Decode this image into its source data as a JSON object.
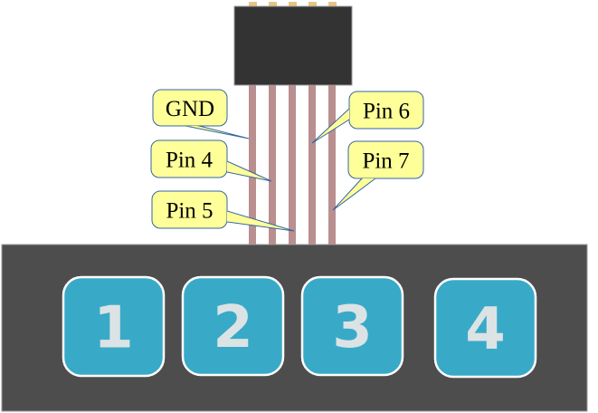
{
  "diagram": {
    "title": "4-key membrane keypad with 5-pin connector",
    "colors": {
      "connector_body": "#333333",
      "connector_pin_top": "#e8c483",
      "wire": "#b98f8f",
      "panel": "#4d4d4d",
      "key_fill": "#38aac8",
      "key_border": "#ffffff",
      "key_digit": "#dce3e4",
      "callout_fill": "#ffff99",
      "callout_stroke": "#3465a4"
    },
    "connector": {
      "pin_count": 5
    },
    "callouts": [
      {
        "label": "GND",
        "wire_index": 0,
        "side": "left"
      },
      {
        "label": "Pin 4",
        "wire_index": 1,
        "side": "left"
      },
      {
        "label": "Pin 5",
        "wire_index": 2,
        "side": "left"
      },
      {
        "label": "Pin 6",
        "wire_index": 3,
        "side": "right"
      },
      {
        "label": "Pin 7",
        "wire_index": 4,
        "side": "right"
      }
    ],
    "keys": [
      {
        "label": "1"
      },
      {
        "label": "2"
      },
      {
        "label": "3"
      },
      {
        "label": "4"
      }
    ]
  }
}
